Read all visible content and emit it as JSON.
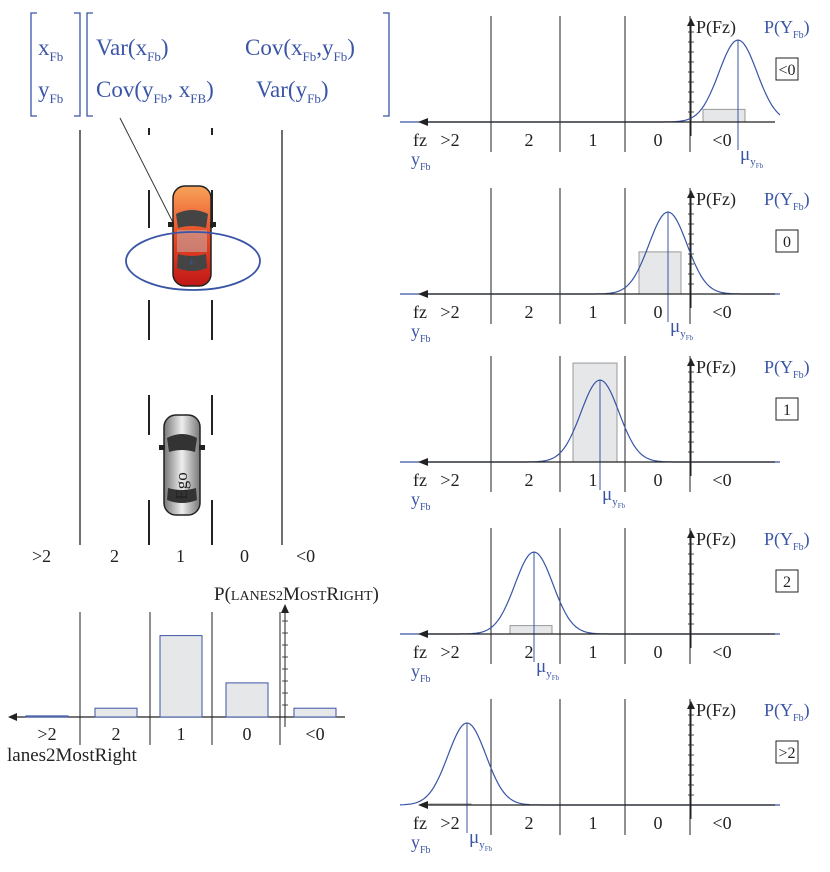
{
  "matrix": {
    "vector": [
      "x",
      "y"
    ],
    "vector_sub": [
      "Fb",
      "Fb"
    ],
    "row1_left": "Var(x",
    "row1_left_sub": "Fb",
    "row1_left_end": ")",
    "row1_right": "Cov(x",
    "row1_right_sub1": "Fb",
    "row1_right_mid": ",y",
    "row1_right_sub2": "Fb",
    "row1_right_end": ")",
    "row2_left": "Cov(y",
    "row2_left_sub1": "Fb",
    "row2_left_mid": ", x",
    "row2_left_sub2": "FB",
    "row2_left_end": ")",
    "row2_right": "Var(y",
    "row2_right_sub": "Fb",
    "row2_right_end": ")"
  },
  "road": {
    "lane_labels": [
      ">2",
      "2",
      "1",
      "0",
      "<0"
    ],
    "ego_label": "Ego"
  },
  "prior_chart": {
    "title_prefix": "P(",
    "title_small": "LANES2",
    "title_word2_initial": "M",
    "title_word2_rest": "OST",
    "title_word3_initial": "R",
    "title_word3_rest": "IGHT",
    "title_suffix": ")",
    "xlabel": "lanes2MostRight"
  },
  "panels": {
    "fz_label": "fz",
    "p_fz": "P(Fz)",
    "p_y_prefix": "P(Y",
    "p_y_sub": "Fb",
    "p_y_suffix": ")",
    "y_label": "y",
    "y_sub": "Fb",
    "mu": "μ",
    "mu_sub": "y",
    "mu_subsub": "Fb",
    "boxes": [
      "<0",
      "0",
      "1",
      "2",
      ">2"
    ]
  },
  "chart_data": {
    "type": "bar",
    "categories": [
      ">2",
      "2",
      "1",
      "0",
      "<0"
    ],
    "values": [
      0.01,
      0.08,
      0.74,
      0.31,
      0.08
    ],
    "title": "P(lanes2MostRight)",
    "xlabel": "lanes2MostRight",
    "ylabel": "",
    "panels": [
      {
        "case": "<0",
        "mean_lane_position": "<0",
        "bar_category": "<0",
        "bar_value": 0.12
      },
      {
        "case": "0",
        "mean_lane_position": "0",
        "bar_category": "0",
        "bar_value": 0.4
      },
      {
        "case": "1",
        "mean_lane_position": "1",
        "bar_category": "1",
        "bar_value": 0.94
      },
      {
        "case": "2",
        "mean_lane_position": "2",
        "bar_category": "2",
        "bar_value": 0.08
      },
      {
        "case": ">2",
        "mean_lane_position": ">2",
        "bar_category": ">2",
        "bar_value": 0.01
      }
    ],
    "colors": {
      "curve": "#3a55a6",
      "bar_fill": "#e6e7e9",
      "bar_stroke": "#3a55a6",
      "panel_bar_stroke": "#9a9a9a"
    }
  }
}
